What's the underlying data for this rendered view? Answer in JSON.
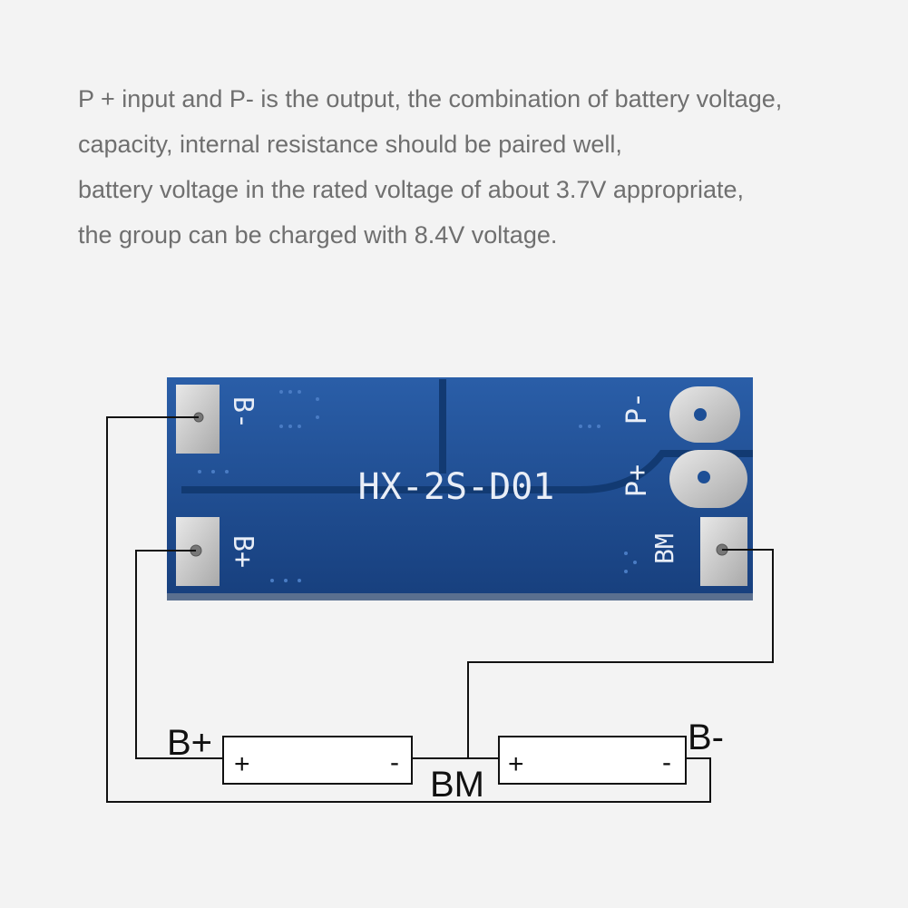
{
  "caption": {
    "lines": [
      "P + input and P- is the output, the combination of battery voltage,",
      "capacity, internal resistance should be paired well,",
      "battery voltage in the rated voltage of about 3.7V appropriate,",
      "the group can be charged with 8.4V voltage."
    ]
  },
  "board": {
    "model": "HX-2S-D01",
    "pad_b_minus": "B-",
    "pad_b_plus": "B+",
    "pad_p_minus": "P-",
    "pad_p_plus": "P+",
    "pad_bm": "BM",
    "color": "#1d4f96"
  },
  "wiring": {
    "label_b_plus": "B+",
    "label_b_minus": "B-",
    "label_bm": "BM",
    "cell1_plus": "+",
    "cell1_minus": "-",
    "cell2_plus": "+",
    "cell2_minus": "-"
  }
}
